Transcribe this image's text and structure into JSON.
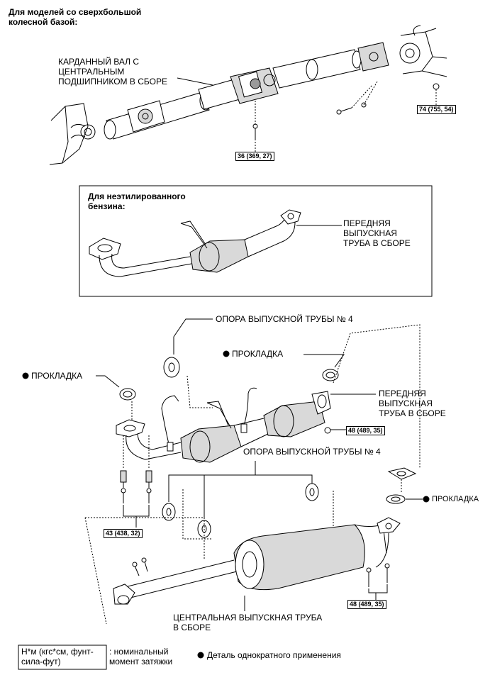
{
  "header": {
    "line1": "Для моделей со сверхбольшой",
    "line2": "колесной базой:"
  },
  "driveshaft": {
    "label_line1": "КАРДАННЫЙ ВАЛ С",
    "label_line2": "ЦЕНТРАЛЬНЫМ",
    "label_line3": "ПОДШИПНИКОМ В СБОРЕ",
    "torque_flange": "74 (755, 54)",
    "torque_bearing": "36 (369, 27)"
  },
  "inset": {
    "title_line1": "Для неэтилированного",
    "title_line2": "бензина:",
    "pipe_line1": "ПЕРЕДНЯЯ",
    "pipe_line2": "ВЫПУСКНАЯ",
    "pipe_line3": "ТРУБА В СБОРЕ"
  },
  "exhaust": {
    "support_top": "ОПОРА ВЫПУСКНОЙ ТРУБЫ № 4",
    "gasket_mid": "ПРОКЛАДКА",
    "gasket_left": "ПРОКЛАДКА",
    "front_pipe_line1": "ПЕРЕДНЯЯ",
    "front_pipe_line2": "ВЫПУСКНАЯ",
    "front_pipe_line3": "ТРУБА В СБОРЕ",
    "torque_front": "48 (489, 35)",
    "support_mid": "ОПОРА ВЫПУСКНОЙ ТРУБЫ № 4",
    "gasket_right": "ПРОКЛАДКА",
    "torque_left": "43 (438, 32)",
    "torque_right": "48 (489, 35)",
    "center_pipe_line1": "ЦЕНТРАЛЬНАЯ ВЫПУСКНАЯ ТРУБА",
    "center_pipe_line2": "В СБОРЕ"
  },
  "legend": {
    "torque_unit_line1": "Н*м (кгс*см, фунт-",
    "torque_unit_line2": "сила-фут)",
    "torque_desc_line1": ": номинальный",
    "torque_desc_line2": "момент затяжки",
    "single_use": "Деталь однократного применения"
  }
}
